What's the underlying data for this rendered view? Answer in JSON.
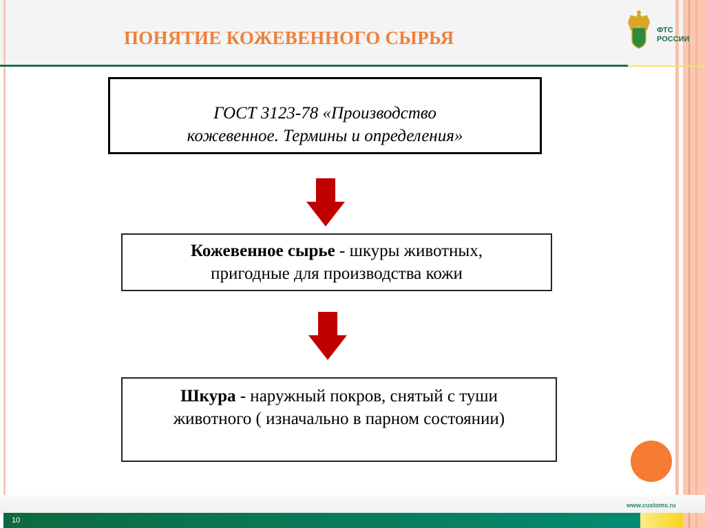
{
  "slide": {
    "title": "ПОНЯТИЕ КОЖЕВЕННОГО СЫРЬЯ",
    "logo_text": [
      "ФТС",
      "РОССИИ"
    ],
    "page_number": "10",
    "url": "www.customs.ru"
  },
  "boxes": {
    "gost": {
      "line1": "ГОСТ 3123-78 «Производство",
      "line2": "кожевенное. Термины и определения»"
    },
    "raw": {
      "term": "Кожевенное сырье",
      "def1": " - шкуры животных,",
      "def2": "пригодные для производства кожи"
    },
    "skin": {
      "term": "Шкура",
      "def1": " - наружный покров, снятый с туши",
      "def2": "животного ( изначально в парном состоянии)"
    }
  },
  "colors": {
    "title": "#f0803a",
    "arrow": "#c00000",
    "accent_green": "#1d6e57",
    "circle": "#f67b33"
  }
}
